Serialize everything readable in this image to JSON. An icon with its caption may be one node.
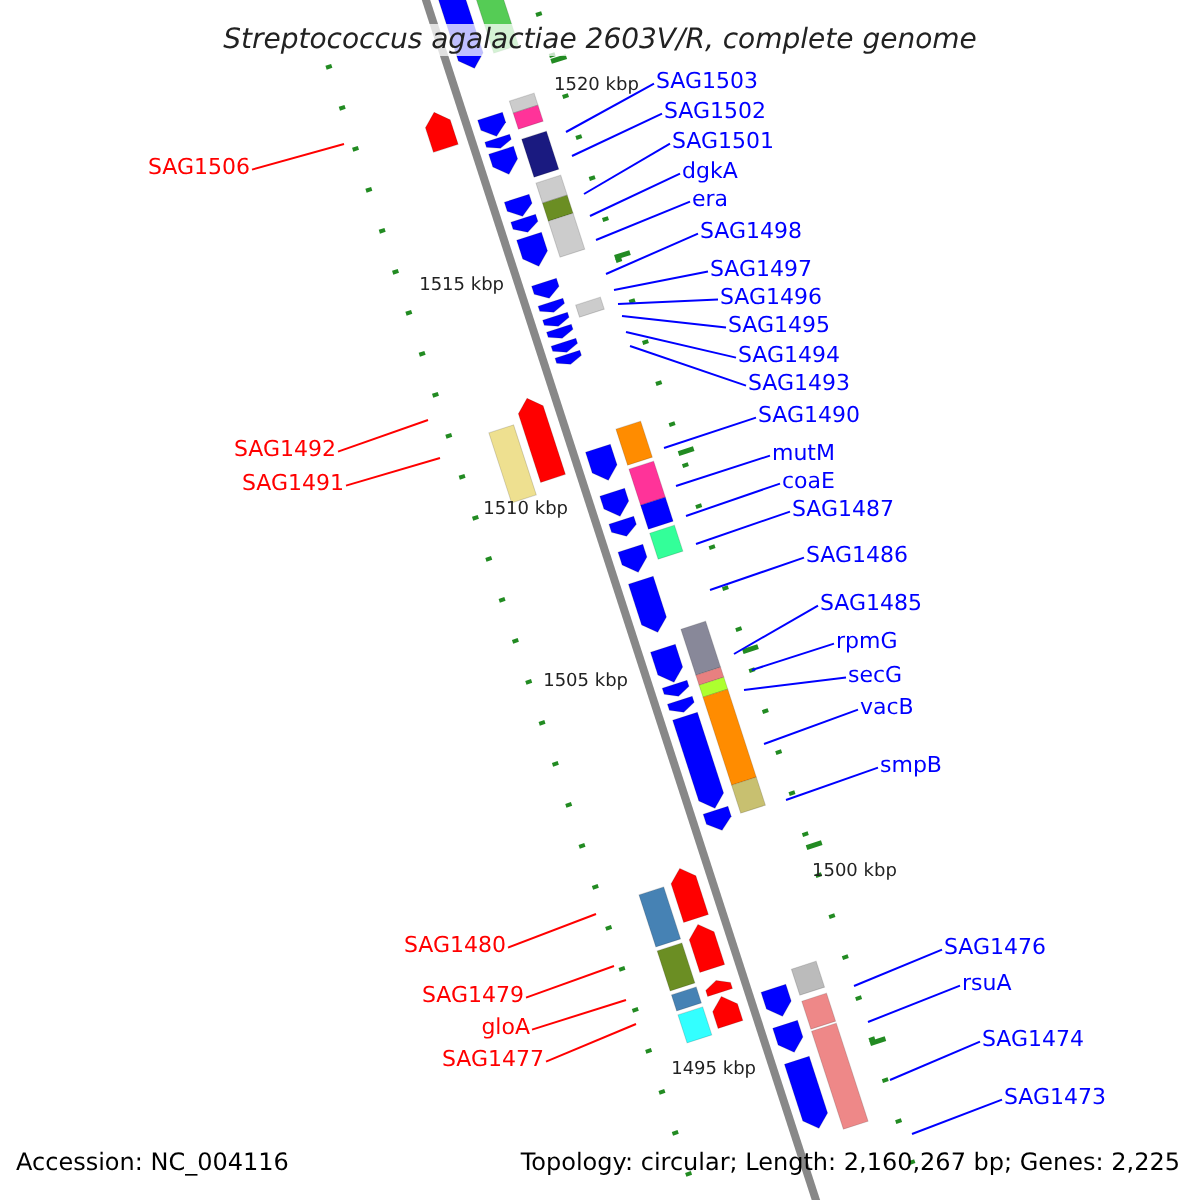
{
  "diagram": {
    "title": "Streptococcus agalactiae 2603V/R, complete genome",
    "nodes": [
      {
        "text": [
          "SAG1503"
        ]
      },
      {
        "text": [
          "SAG1502"
        ]
      },
      {
        "text": [
          "SAG1501"
        ]
      },
      {
        "text": [
          "SAG1506"
        ]
      },
      {
        "text": [
          "dgkA"
        ]
      },
      {
        "text": [
          "era"
        ]
      },
      {
        "text": [
          "SAG1498"
        ]
      },
      {
        "text": [
          "SAG1497"
        ]
      },
      {
        "text": [
          "SAG1496"
        ]
      },
      {
        "text": [
          "SAG1495"
        ]
      },
      {
        "text": [
          "SAG1494"
        ]
      },
      {
        "text": [
          "SAG1493"
        ]
      },
      {
        "text": [
          "SAG1490"
        ]
      },
      {
        "text": [
          "SAG1492"
        ]
      },
      {
        "text": [
          "mutM"
        ]
      },
      {
        "text": [
          "coaE"
        ]
      },
      {
        "text": [
          "SAG1491"
        ]
      },
      {
        "text": [
          "SAG1487"
        ]
      },
      {
        "text": [
          "SAG1486"
        ]
      },
      {
        "text": [
          "SAG1485"
        ]
      },
      {
        "text": [
          "rpmG"
        ]
      },
      {
        "text": [
          "secG"
        ]
      },
      {
        "text": [
          "vacB"
        ]
      },
      {
        "text": [
          "smpB"
        ]
      },
      {
        "text": [
          "SAG1480"
        ]
      },
      {
        "text": [
          "SAG1476"
        ]
      },
      {
        "text": [
          "rsuA"
        ]
      },
      {
        "text": [
          "SAG1479"
        ]
      },
      {
        "text": [
          "gloA"
        ]
      },
      {
        "text": [
          "SAG1474"
        ]
      },
      {
        "text": [
          "SAG1477"
        ]
      },
      {
        "text": [
          "SAG1473"
        ]
      }
    ],
    "edges": [
      {
        "from": 0,
        "to": null,
        "arrow": "none"
      },
      {
        "from": 1,
        "to": null,
        "arrow": "none"
      },
      {
        "from": 2,
        "to": null,
        "arrow": "none"
      },
      {
        "from": 3,
        "to": null,
        "arrow": "none",
        "color": "#ff0000"
      },
      {
        "from": 4,
        "to": null,
        "arrow": "none"
      },
      {
        "from": 5,
        "to": null,
        "arrow": "none"
      },
      {
        "from": 6,
        "to": null,
        "arrow": "none"
      },
      {
        "from": 7,
        "to": null,
        "arrow": "none"
      },
      {
        "from": 8,
        "to": null,
        "arrow": "none"
      },
      {
        "from": 9,
        "to": null,
        "arrow": "none"
      },
      {
        "from": 10,
        "to": null,
        "arrow": "none"
      },
      {
        "from": 11,
        "to": null,
        "arrow": "none"
      },
      {
        "from": 12,
        "to": null,
        "arrow": "none"
      },
      {
        "from": 13,
        "to": null,
        "arrow": "none",
        "color": "#ff0000"
      },
      {
        "from": 14,
        "to": null,
        "arrow": "none"
      },
      {
        "from": 15,
        "to": null,
        "arrow": "none"
      },
      {
        "from": 16,
        "to": null,
        "arrow": "none",
        "color": "#ff0000"
      },
      {
        "from": 17,
        "to": null,
        "arrow": "none"
      },
      {
        "from": 18,
        "to": null,
        "arrow": "none"
      },
      {
        "from": 19,
        "to": null,
        "arrow": "none"
      },
      {
        "from": 20,
        "to": null,
        "arrow": "none"
      },
      {
        "from": 21,
        "to": null,
        "arrow": "none"
      },
      {
        "from": 22,
        "to": null,
        "arrow": "none"
      },
      {
        "from": 23,
        "to": null,
        "arrow": "none"
      },
      {
        "from": 24,
        "to": null,
        "arrow": "none",
        "color": "#ff0000"
      },
      {
        "from": 25,
        "to": null,
        "arrow": "none"
      },
      {
        "from": 26,
        "to": null,
        "arrow": "none"
      },
      {
        "from": 27,
        "to": null,
        "arrow": "none",
        "color": "#ff0000"
      },
      {
        "from": 28,
        "to": null,
        "arrow": "none",
        "color": "#ff0000"
      },
      {
        "from": 29,
        "to": null,
        "arrow": "none"
      },
      {
        "from": 30,
        "to": null,
        "arrow": "none",
        "color": "#ff0000"
      },
      {
        "from": 31,
        "to": null,
        "arrow": "none"
      }
    ],
    "labels": [
      "1520 kbp",
      "1515 kbp",
      "1510 kbp",
      "1505 kbp",
      "1500 kbp",
      "1495 kbp",
      "Accession: NC_004116",
      "Topology: circular; Length: 2,160,267 bp; Genes: 2,225"
    ]
  }
}
